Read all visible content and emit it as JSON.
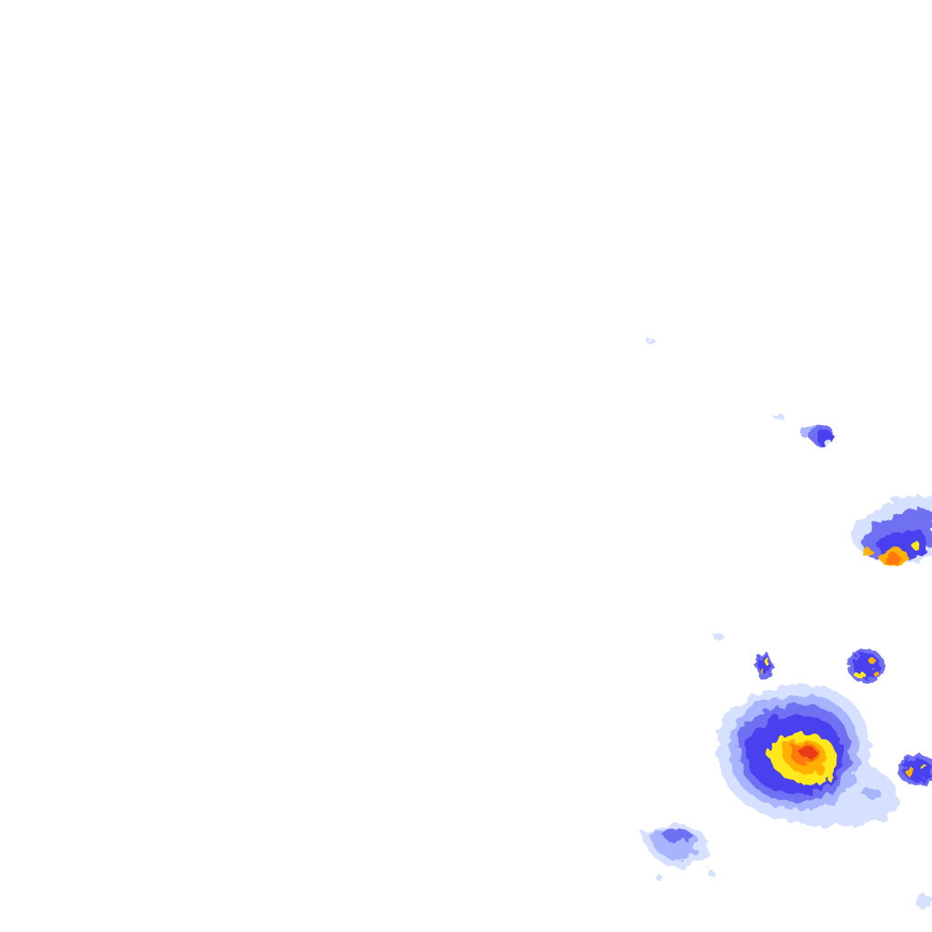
{
  "radar": {
    "background_color": "#ffffff",
    "palette": {
      "very_light": "#d6e0ff",
      "light": "#a9b4ff",
      "moderate": "#6f6ff2",
      "strong": "#4a3ff0",
      "heavy": "#ffe81a",
      "very_heavy": "#ffb000",
      "intense": "#ff7a10",
      "extreme": "#e83b12"
    },
    "cells": [
      {
        "id": "storm-cell-main",
        "intensity": "extreme"
      },
      {
        "id": "storm-cell-east-upper",
        "intensity": "intense"
      },
      {
        "id": "storm-cell-small-north",
        "intensity": "moderate"
      },
      {
        "id": "storm-cell-round-east",
        "intensity": "very_heavy"
      },
      {
        "id": "storm-cell-far-east",
        "intensity": "very_heavy"
      },
      {
        "id": "storm-cell-small-west",
        "intensity": "heavy"
      },
      {
        "id": "rain-band-southwest",
        "intensity": "light"
      }
    ]
  }
}
